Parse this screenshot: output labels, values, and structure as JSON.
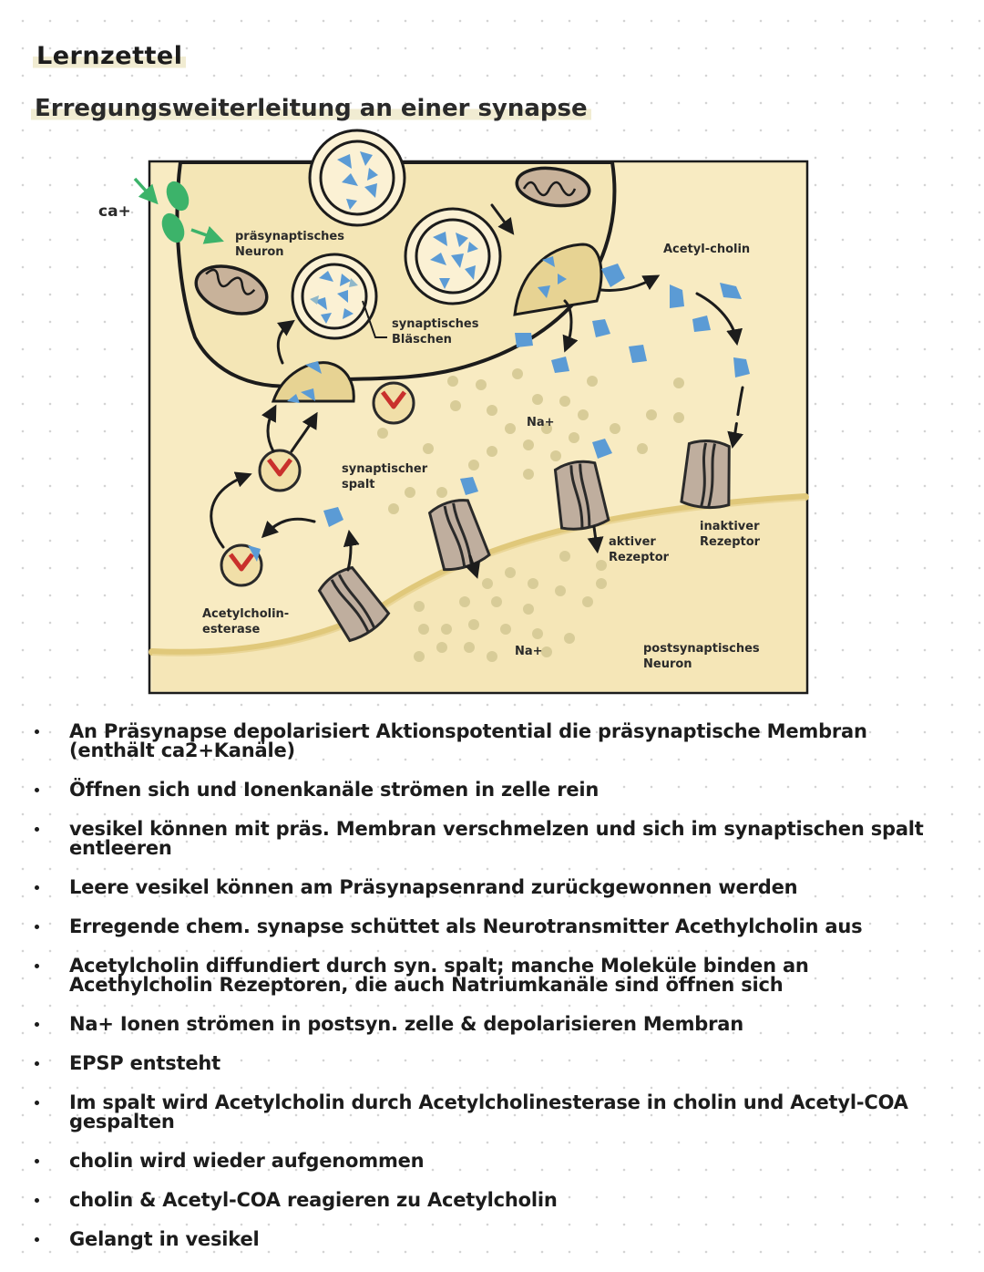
{
  "header": {
    "title": "Lernzettel",
    "subtitle": "Erregungsweiterleitung an einer synapse"
  },
  "diagram": {
    "labels": {
      "ca": "ca+",
      "presynaptic": [
        "präsynaptisches",
        "Neuron"
      ],
      "vesicle": [
        "synaptisches",
        "Bläschen"
      ],
      "acetylcholine": "Acetyl-cholin",
      "na_top": "Na+",
      "cleft": [
        "synaptischer",
        "spalt"
      ],
      "active_receptor": [
        "aktiver",
        "Rezeptor"
      ],
      "inactive_receptor": [
        "inaktiver",
        "Rezeptor"
      ],
      "esterase": [
        "Acetylcholin-",
        "esterase"
      ],
      "na_bottom": "Na+",
      "postsynaptic": [
        "postsynaptisches",
        "Neuron"
      ]
    },
    "colors": {
      "cell_fill": "#f4e6b6",
      "membrane_fill": "#e7d393",
      "transmitter_blue": "#5b9bd5",
      "sodium_dot": "#d8cc98",
      "receptor": "#bfae9e",
      "ca_arrow": "#3cb36a"
    }
  },
  "notes": [
    "An Präsynapse depolarisiert Aktionspotential die präsynaptische Membran (enthält ca2+Kanäle)",
    "Öffnen sich und Ionenkanäle strömen in zelle rein",
    "vesikel können mit präs. Membran verschmelzen und sich im synaptischen spalt entleeren",
    "Leere vesikel können am Präsynapsenrand zurückgewonnen werden",
    "Erregende chem. synapse schüttet als Neurotransmitter Acethylcholin aus",
    "Acetylcholin diffundiert durch syn. spalt; manche Moleküle binden an Acethylcholin Rezeptoren, die auch Natriumkanäle sind öffnen sich",
    "Na+ Ionen strömen in postsyn. zelle & depolarisieren Membran",
    "EPSP entsteht",
    "Im spalt wird Acetylcholin durch Acetylcholinesterase in cholin und Acetyl-COA gespalten",
    "cholin wird wieder aufgenommen",
    "cholin & Acetyl-COA reagieren zu Acetylcholin",
    "Gelangt in vesikel"
  ]
}
